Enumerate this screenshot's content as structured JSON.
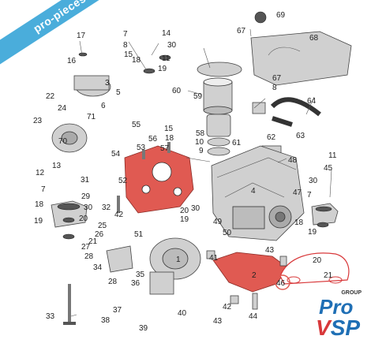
{
  "callouts": {
    "n1": "1",
    "n2": "2",
    "n3": "3",
    "n4": "4",
    "n5": "5",
    "n6": "6",
    "n7": "7",
    "n8": "8",
    "n9": "9",
    "n10": "10",
    "n11": "11",
    "n12": "12",
    "n13": "13",
    "n14": "14",
    "n15": "15",
    "n16": "16",
    "n17": "17",
    "n18": "18",
    "n19": "19",
    "n20": "20",
    "n21": "21",
    "n22": "22",
    "n23": "23",
    "n24": "24",
    "n25": "25",
    "n26": "26",
    "n27": "27",
    "n28": "28",
    "n29": "29",
    "n30": "30",
    "n31": "31",
    "n32": "32",
    "n33": "33",
    "n34": "34",
    "n35": "35",
    "n36": "36",
    "n37": "37",
    "n38": "38",
    "n39": "39",
    "n40": "40",
    "n41": "41",
    "n42": "42",
    "n43": "43",
    "n44": "44",
    "n45": "45",
    "n46": "46",
    "n47": "47",
    "n48": "48",
    "n49": "49",
    "n50": "50",
    "n51": "51",
    "n52": "52",
    "n53": "53",
    "n54": "54",
    "n55": "55",
    "n56": "56",
    "n57": "57",
    "n58": "58",
    "n59": "59",
    "n60": "60",
    "n61": "61",
    "n62": "62",
    "n63": "63",
    "n64": "64",
    "n67": "67",
    "n68": "68",
    "n69": "69",
    "n70": "70",
    "n71": "71"
  },
  "banner_text": "pro-pieces-vsp.com",
  "logo": {
    "group": "GROUP",
    "pro": "Pro",
    "vsp_v": "V",
    "vsp_sp": "SP"
  },
  "colors": {
    "highlight": "#e05a52",
    "brand_blue": "#1f6fb5",
    "brand_red": "#d8383a",
    "banner": "#3ba7d9"
  }
}
